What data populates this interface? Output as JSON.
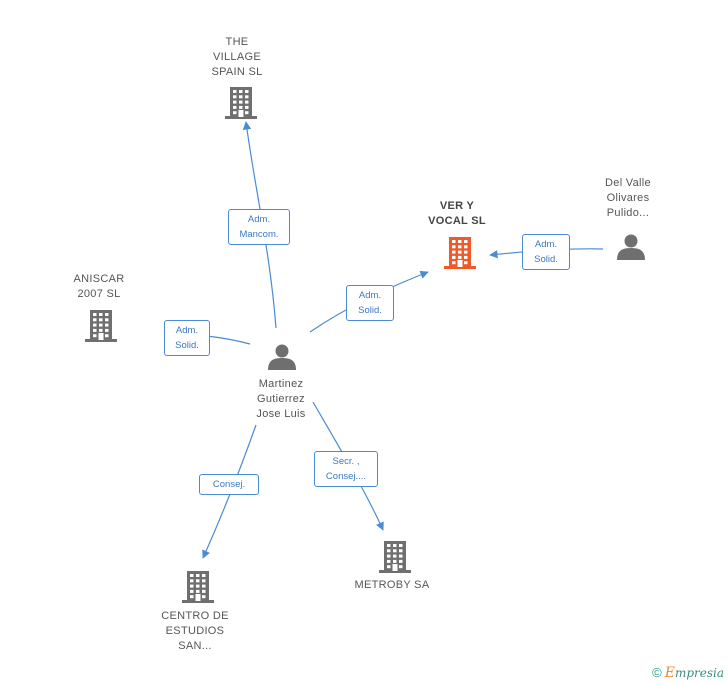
{
  "nodes": [
    {
      "id": "village",
      "type": "company",
      "label": "THE\nVILLAGE\nSPAIN  SL",
      "color": "#6f6f6f"
    },
    {
      "id": "ver",
      "type": "company",
      "label": "VER Y\nVOCAL SL",
      "color": "#ee5a2a",
      "highlight": true
    },
    {
      "id": "aniscar",
      "type": "company",
      "label": "ANISCAR\n2007 SL",
      "color": "#6f6f6f"
    },
    {
      "id": "centro",
      "type": "company",
      "label": "CENTRO DE\nESTUDIOS\nSAN...",
      "color": "#6f6f6f"
    },
    {
      "id": "metroby",
      "type": "company",
      "label": "METROBY SA",
      "color": "#6f6f6f"
    },
    {
      "id": "martinez",
      "type": "person",
      "label": "Martinez\nGutierrez\nJose Luis",
      "color": "#6f6f6f"
    },
    {
      "id": "delvalle",
      "type": "person",
      "label": "Del Valle\nOlivares\nPulido...",
      "color": "#6f6f6f"
    }
  ],
  "edges": [
    {
      "id": "e1",
      "from": "martinez",
      "to": "village",
      "label": "Adm.\nMancom."
    },
    {
      "id": "e2",
      "from": "martinez",
      "to": "ver",
      "label": "Adm.\nSolid."
    },
    {
      "id": "e3",
      "from": "martinez",
      "to": "aniscar",
      "label": "Adm.\nSolid."
    },
    {
      "id": "e4",
      "from": "martinez",
      "to": "centro",
      "label": "Consej."
    },
    {
      "id": "e5",
      "from": "martinez",
      "to": "metroby",
      "label": "Secr. ,\nConsej...."
    },
    {
      "id": "e6",
      "from": "delvalle",
      "to": "ver",
      "label": "Adm.\nSolid."
    }
  ],
  "footer": {
    "copyright": "©",
    "brand_initial": "E",
    "brand_rest": "mpresia"
  },
  "colors": {
    "edge": "#4a8bd4",
    "icon": "#6f6f6f",
    "highlight": "#ee5a2a"
  }
}
